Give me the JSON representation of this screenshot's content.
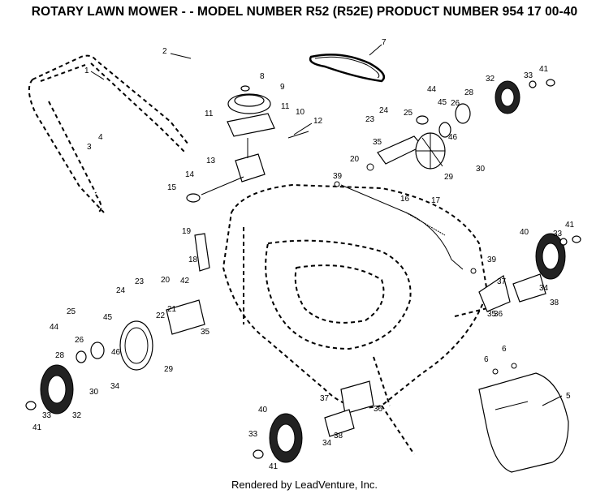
{
  "title": "ROTARY LAWN MOWER - - MODEL NUMBER R52 (R52E) PRODUCT NUMBER 954 17 00-40",
  "credit": "Rendered by LeadVenture, Inc.",
  "callouts": [
    "1",
    "2",
    "3",
    "4",
    "5",
    "6",
    "6",
    "7",
    "8",
    "9",
    "10",
    "11",
    "11",
    "12",
    "13",
    "14",
    "15",
    "16",
    "17",
    "18",
    "19",
    "20",
    "20",
    "21",
    "22",
    "23",
    "23",
    "24",
    "24",
    "25",
    "25",
    "26",
    "26",
    "28",
    "28",
    "29",
    "29",
    "30",
    "30",
    "32",
    "32",
    "33",
    "33",
    "33",
    "33",
    "34",
    "34",
    "34",
    "35",
    "35",
    "35",
    "36",
    "36",
    "37",
    "37",
    "38",
    "38",
    "39",
    "39",
    "40",
    "40",
    "41",
    "41",
    "41",
    "41",
    "42",
    "44",
    "44",
    "45",
    "45",
    "46",
    "46"
  ]
}
